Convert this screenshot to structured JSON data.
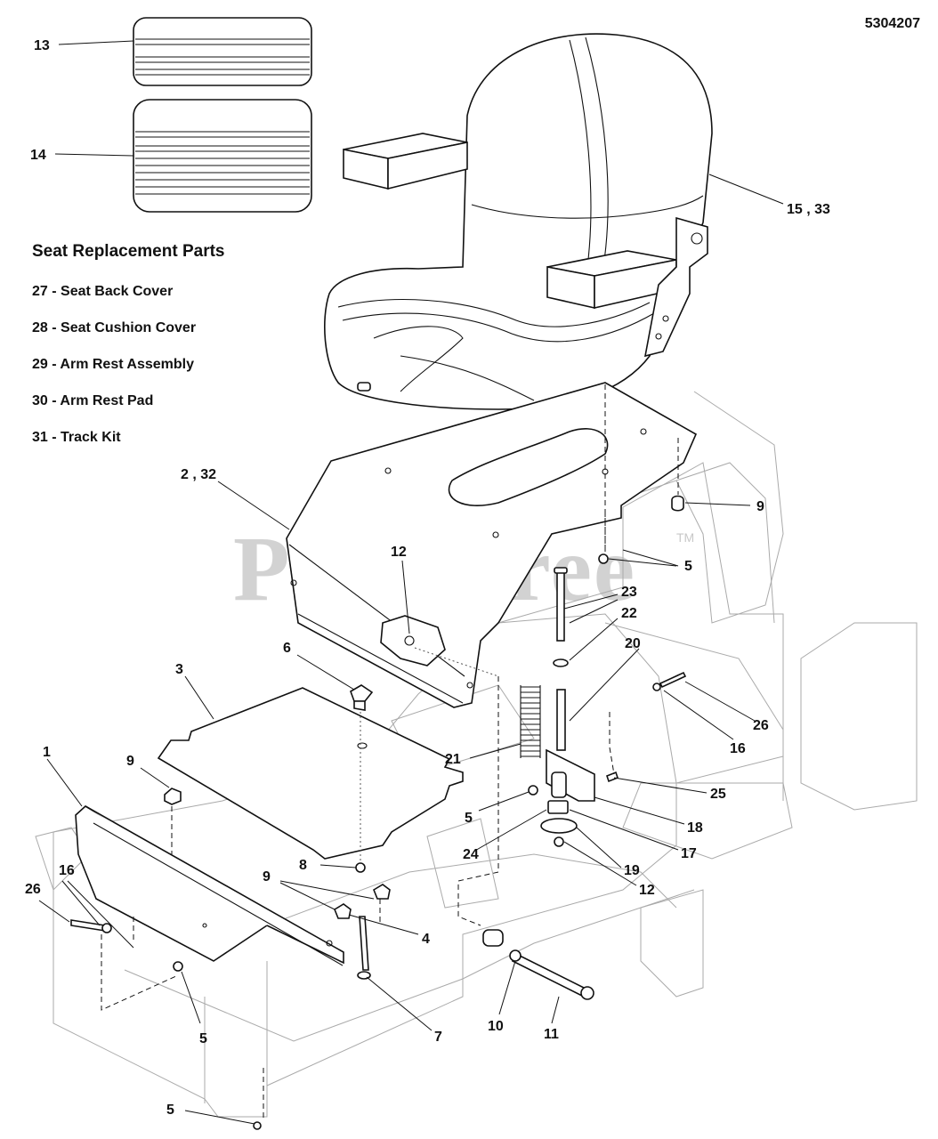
{
  "doc_number": "5304207",
  "watermark": "PartsTree",
  "watermark_tm": "TM",
  "replacement_heading": "Seat Replacement Parts",
  "replacement_parts": [
    "27 - Seat Back Cover",
    "28 - Seat Cushion Cover",
    "29 - Arm Rest Assembly",
    "30 - Arm Rest Pad",
    "31 - Track Kit"
  ],
  "callouts": {
    "c13": "13",
    "c14": "14",
    "c15": "15 , 33",
    "c9a": "9",
    "c5a": "5",
    "c2": "2 , 32",
    "c12a": "12",
    "c23": "23",
    "c22": "22",
    "c20": "20",
    "c6": "6",
    "c3": "3",
    "c26a": "26",
    "c16a": "16",
    "c1": "1",
    "c9b": "9",
    "c21": "21",
    "c25": "25",
    "c5b": "5",
    "c18": "18",
    "c24": "24",
    "c17": "17",
    "c8": "8",
    "c19": "19",
    "c9c": "9",
    "c12b": "12",
    "c26b": "26",
    "c16b": "16",
    "c4": "4",
    "c5c": "5",
    "c7": "7",
    "c10": "10",
    "c11": "11",
    "c5d": "5"
  }
}
